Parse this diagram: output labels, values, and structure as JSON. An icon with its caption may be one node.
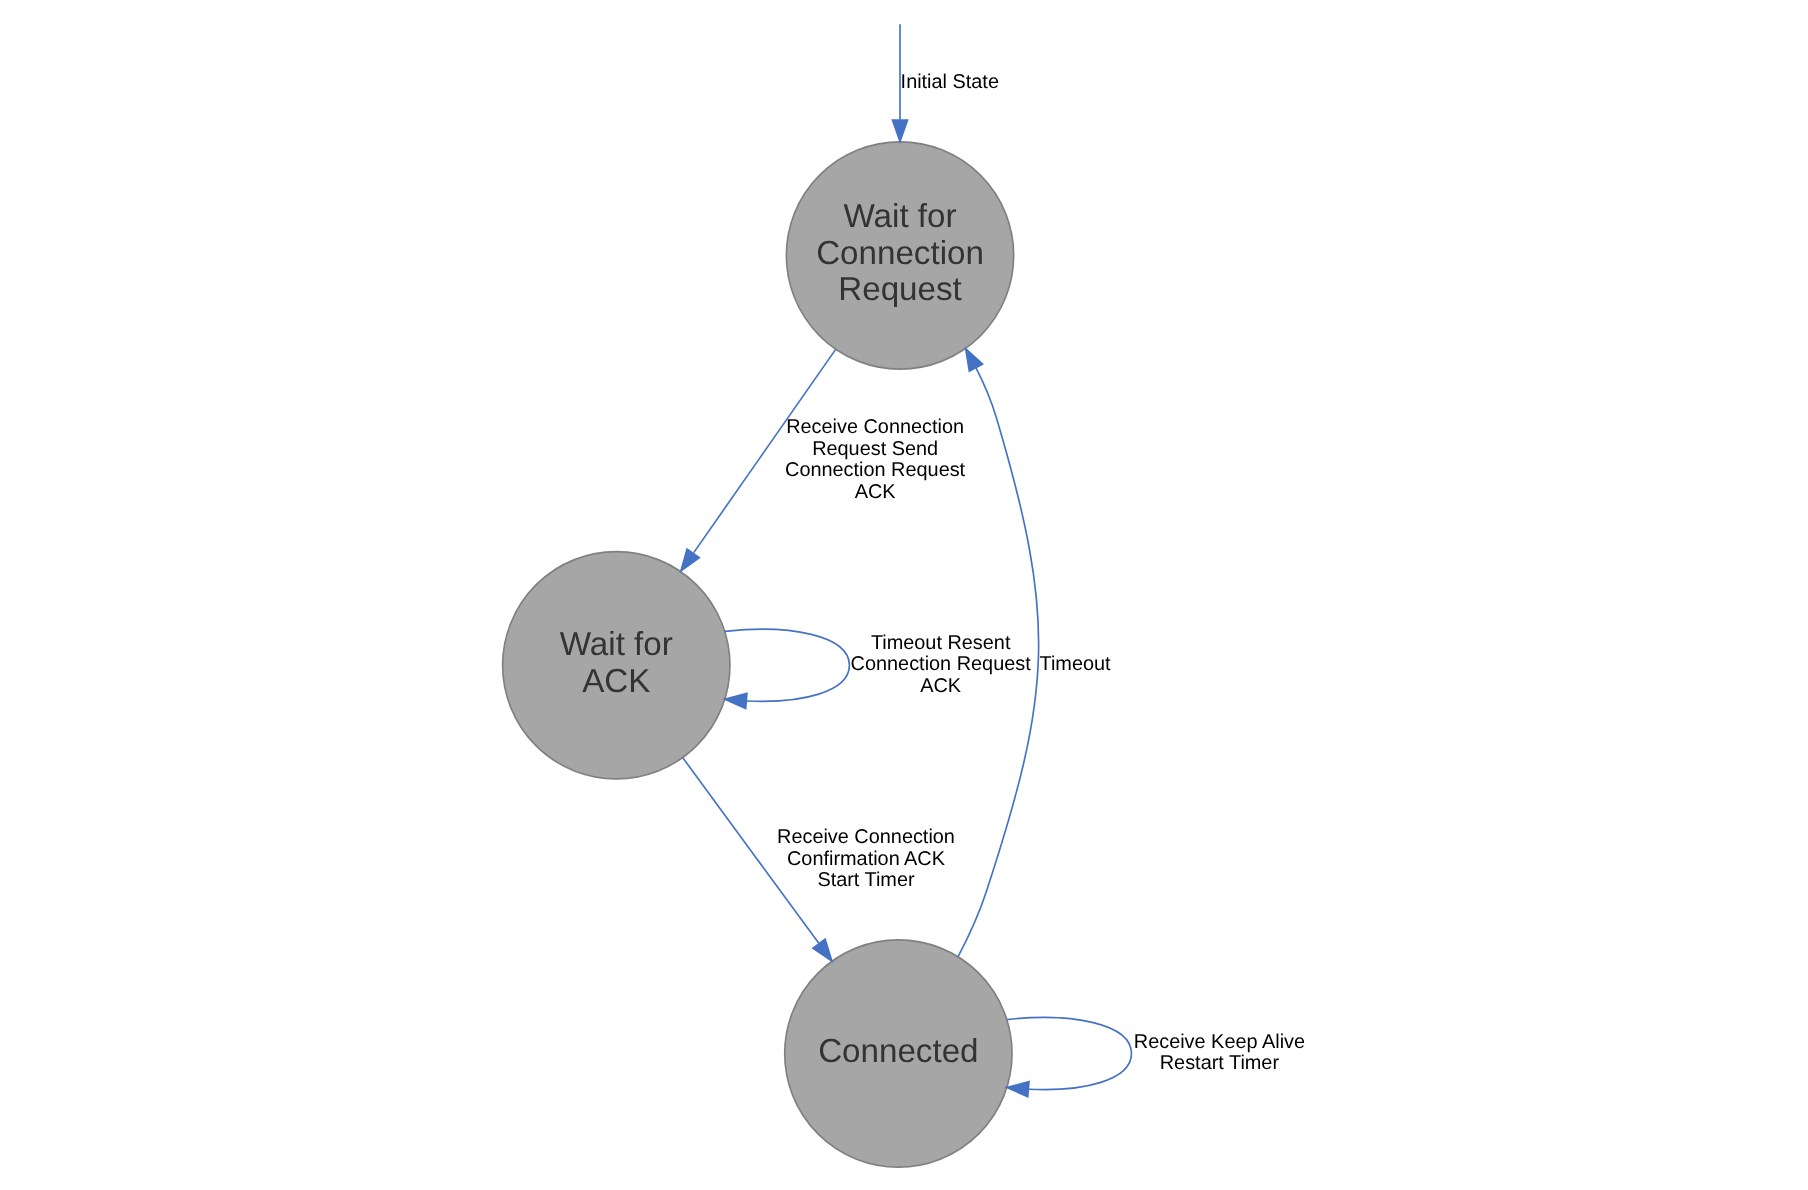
{
  "diagram": {
    "nodes": [
      {
        "text": [
          "Wait for Connection Request"
        ]
      },
      {
        "text": [
          "Wait for ACK"
        ]
      },
      {
        "text": [
          "Connected"
        ]
      }
    ],
    "edges": [
      {
        "from": null,
        "to": 0,
        "arrow": "to",
        "label": "Initial State"
      },
      {
        "from": 0,
        "to": 1,
        "arrow": "to",
        "label": "Receive Connection Request Send Connection Request ACK"
      },
      {
        "from": 1,
        "to": 1,
        "arrow": "to",
        "label": "Timeout Resent Connection Request ACK"
      },
      {
        "from": 1,
        "to": 2,
        "arrow": "to",
        "label": "Receive Connection Confirmation ACK Start Timer"
      },
      {
        "from": 2,
        "to": 2,
        "arrow": "to",
        "label": "Receive Keep Alive Restart Timer"
      },
      {
        "from": 2,
        "to": 0,
        "arrow": "to",
        "label": "Timeout"
      }
    ]
  }
}
